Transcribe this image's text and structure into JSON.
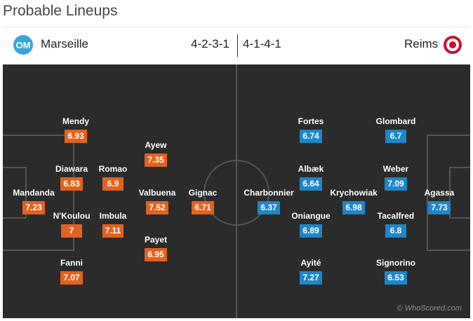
{
  "title": "Probable Lineups",
  "home": {
    "team": "Marseille",
    "formation": "4-2-3-1",
    "logo_icon": "marseille-crest-icon",
    "color": "#e3621f",
    "players": [
      {
        "name": "Mendy",
        "rating": "6.93"
      },
      {
        "name": "Diawara",
        "rating": "6.83"
      },
      {
        "name": "Mandanda",
        "rating": "7.23"
      },
      {
        "name": "N'Koulou",
        "rating": "7"
      },
      {
        "name": "Fanni",
        "rating": "7.07"
      },
      {
        "name": "Romao",
        "rating": "6.9"
      },
      {
        "name": "Imbula",
        "rating": "7.11"
      },
      {
        "name": "Ayew",
        "rating": "7.35"
      },
      {
        "name": "Valbuena",
        "rating": "7.52"
      },
      {
        "name": "Payet",
        "rating": "6.95"
      },
      {
        "name": "Gignac",
        "rating": "6.71"
      }
    ]
  },
  "away": {
    "team": "Reims",
    "formation": "4-1-4-1",
    "logo_icon": "reims-crest-icon",
    "color": "#1f86c9",
    "players": [
      {
        "name": "Charbonnier",
        "rating": "6.37"
      },
      {
        "name": "Fortes",
        "rating": "6.74"
      },
      {
        "name": "Albæk",
        "rating": "6.64"
      },
      {
        "name": "Oniangue",
        "rating": "6.89"
      },
      {
        "name": "Ayité",
        "rating": "7.27"
      },
      {
        "name": "Krychowiak",
        "rating": "6.98"
      },
      {
        "name": "Glombard",
        "rating": "6.7"
      },
      {
        "name": "Weber",
        "rating": "7.09"
      },
      {
        "name": "Tacalfred",
        "rating": "6.8"
      },
      {
        "name": "Signorino",
        "rating": "6.53"
      },
      {
        "name": "Agassa",
        "rating": "7.73"
      }
    ]
  },
  "watermark": "© WhoScored.com"
}
